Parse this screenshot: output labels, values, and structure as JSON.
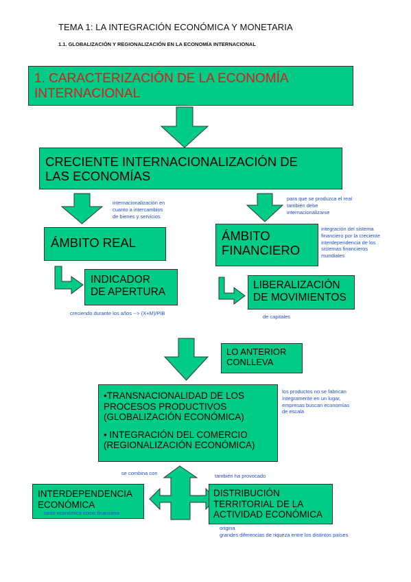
{
  "header": {
    "title": "TEMA 1: LA INTEGRACIÓN ECONÓMICA Y MONETARIA",
    "subtitle": "1.1. GLOBALIZACIÓN Y REGIONALIZACIÓN EN LA ECONOMÍA INTERNACIONAL"
  },
  "boxes": {
    "caracterizacion": {
      "line1": "1. CARACTERIZACIÓN DE LA ECONOMÍA",
      "line2": "INTERNACIONAL"
    },
    "creciente": {
      "line1": "CRECIENTE INTERNACIONALIZACIÓN DE",
      "line2": "LAS ECONOMÍAS"
    },
    "ambito_real": {
      "line1": "ÁMBITO REAL"
    },
    "ambito_financiero": {
      "line1": "ÁMBITO",
      "line2": "FINANCIERO"
    },
    "indicador": {
      "line1": "INDICADOR",
      "line2": "DE APERTURA"
    },
    "liberalizacion": {
      "line1": "LIBERALIZACIÓN",
      "line2": "DE MOVIMIENTOS"
    },
    "lo_anterior": {
      "line1": "LO ANTERIOR",
      "line2": "CONLLEVA"
    },
    "transnacionalidad": {
      "l1": "•TRANSNACIONALIDAD DE LOS",
      "l2": "PROCESOS PRODUCTIVOS",
      "l3": "(GLOBALIZACIÓN ECONÓMICA)",
      "l4": "• INTEGRACIÓN DEL COMERCIO",
      "l5": "(REGIONALIZACIÓN ECONÓMICA)"
    },
    "interdependencia": {
      "line1": "INTERDEPENDENCIA",
      "line2": "ECONÓMICA"
    },
    "distribucion": {
      "line1": "DISTRIBUCIÓN",
      "line2": "TERRITORIAL DE LA",
      "line3": "ACTIVIDAD ECONÓMICA"
    }
  },
  "notes": {
    "real": {
      "l1": "internacionalización en",
      "l2": "cuanto a intercambios",
      "l3": "de bienes y servicios"
    },
    "para_que": {
      "l1": "para que se produzca el real",
      "l2": "también debe",
      "l3": "internacionalizarse"
    },
    "integracion_sistema": {
      "l1": "integración del sistema",
      "l2": "financiero por la creciente",
      "l3": "interdependencia de los",
      "l4": "sistemas financieros",
      "l5": "mundiales"
    },
    "creciendo": "creciendo durante los años --> (X+M)/PIB",
    "de_capitales": "de capitales",
    "productos": {
      "l1": "los productos no se fabrican",
      "l2": "íntegramente en un lugar,",
      "l3": "empresas buscan economías",
      "l4": "de escala"
    },
    "se_combina": "se combina con",
    "tambien_provocado": "también ha provocado",
    "tanto": "tanto económica como financiera",
    "origina": {
      "l1": "origina",
      "l2": "grandes diferencias de riqueza entre los distintos países"
    }
  },
  "colors": {
    "box_fill": "#00cc88",
    "title_red": "#e8151b",
    "note_blue": "#1f4fd1"
  }
}
